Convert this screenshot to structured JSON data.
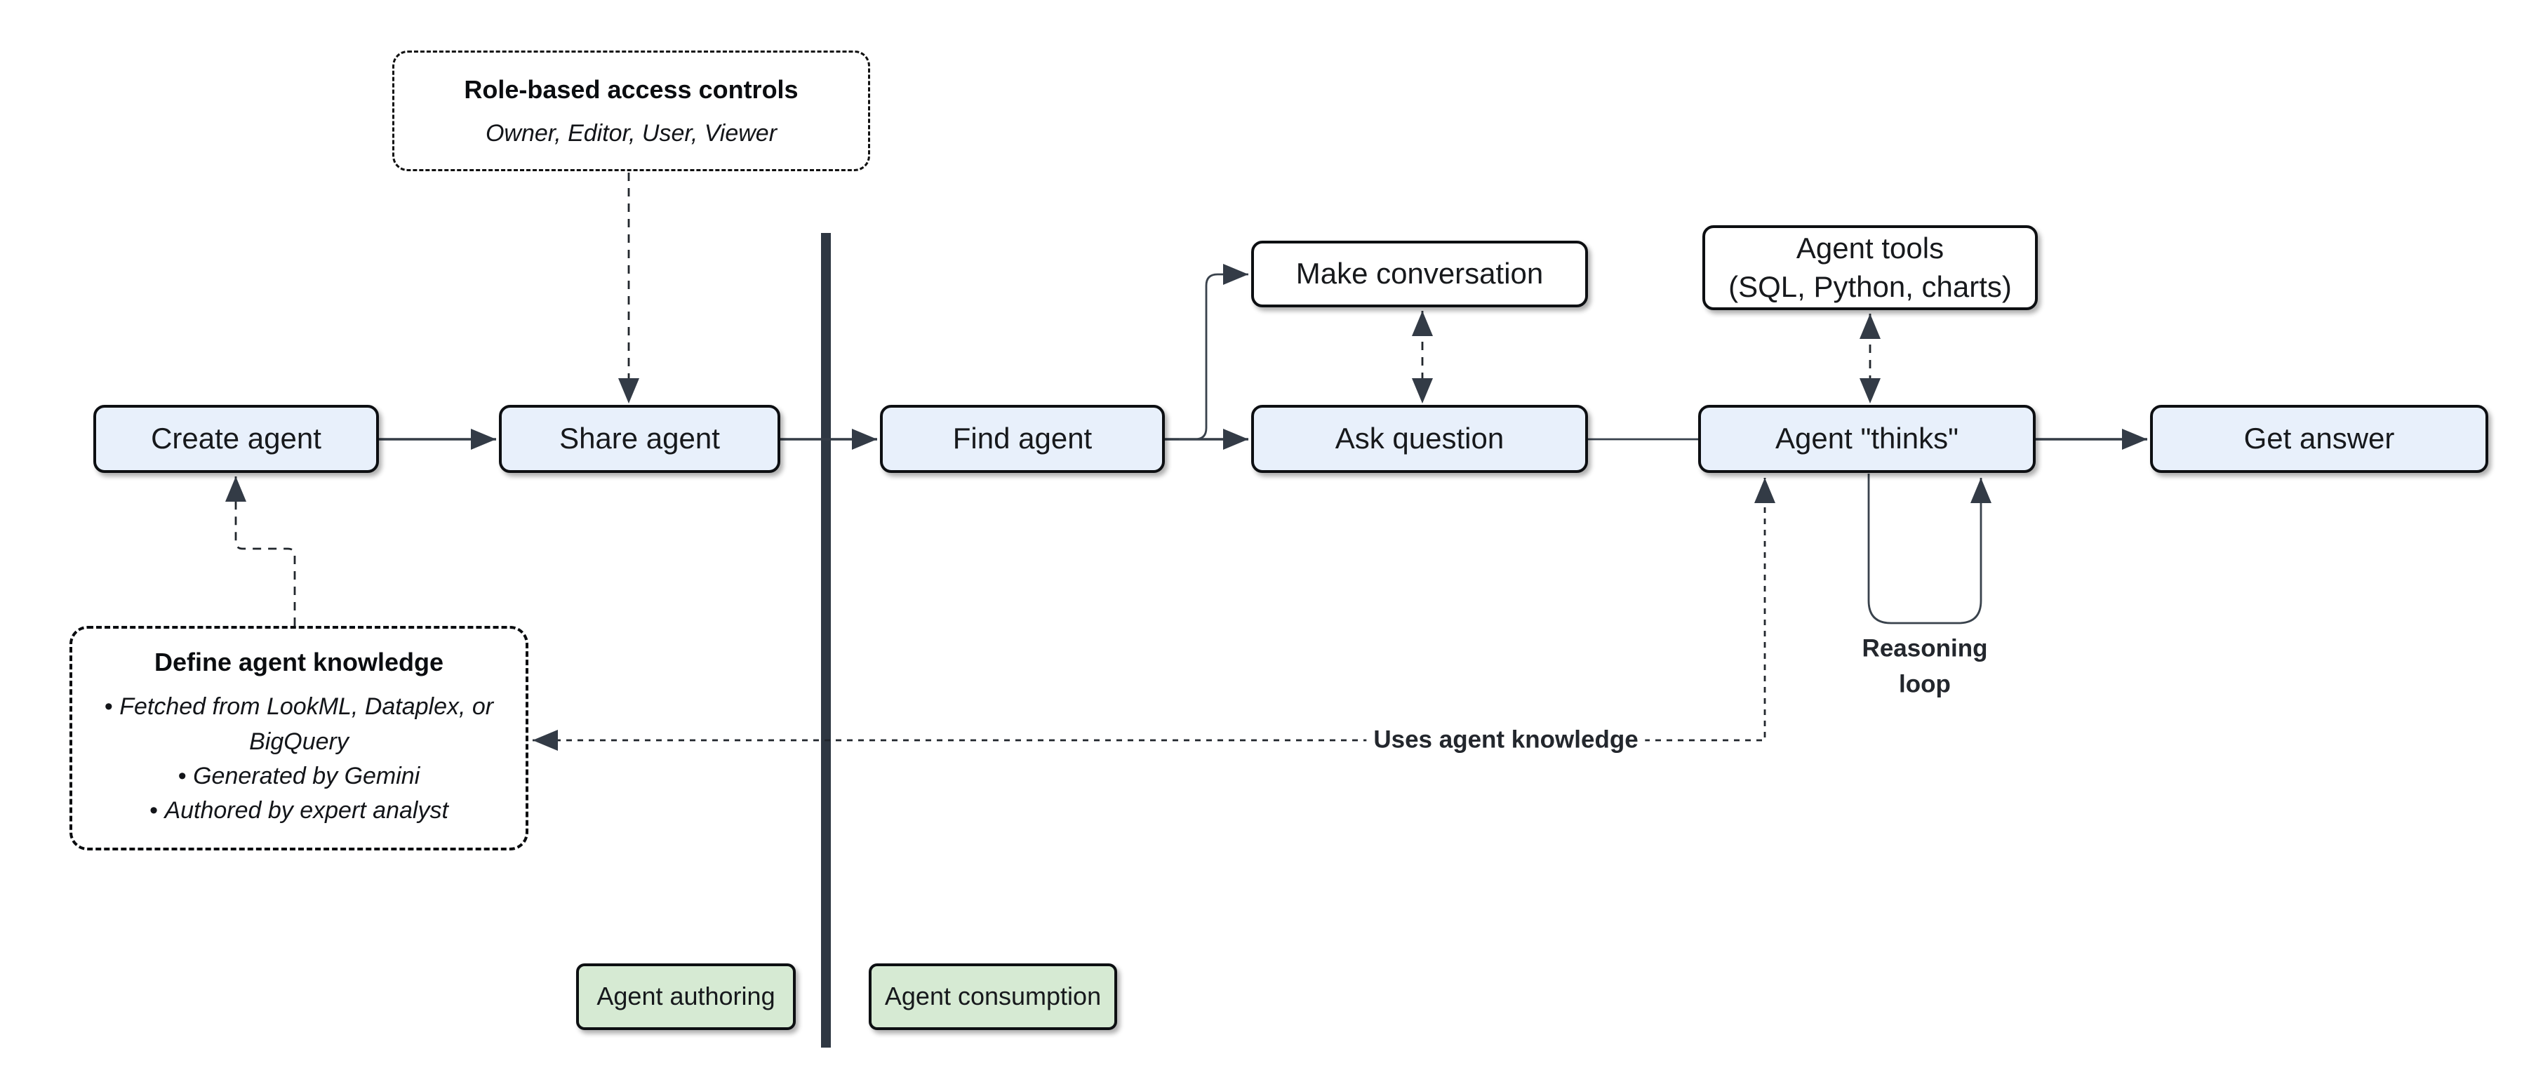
{
  "diagram": {
    "nodes": {
      "create_agent": {
        "label": "Create agent"
      },
      "share_agent": {
        "label": "Share agent"
      },
      "find_agent": {
        "label": "Find agent"
      },
      "ask_question": {
        "label": "Ask question"
      },
      "agent_thinks": {
        "label": "Agent \"thinks\""
      },
      "get_answer": {
        "label": "Get answer"
      },
      "make_conversation": {
        "label": "Make conversation"
      },
      "agent_tools": {
        "line1": "Agent tools",
        "line2": "(SQL, Python, charts)"
      }
    },
    "notes": {
      "rbac": {
        "title": "Role-based access controls",
        "subtitle": "Owner, Editor, User, Viewer"
      },
      "knowledge": {
        "title": "Define agent knowledge",
        "bullets": [
          "Fetched from LookML, Dataplex, or BigQuery",
          "Generated by Gemini",
          "Authored by expert analyst"
        ]
      }
    },
    "labels": {
      "reasoning_loop": "Reasoning\nloop",
      "uses_agent_knowledge": "Uses agent knowledge",
      "agent_authoring": "Agent authoring",
      "agent_consumption": "Agent consumption"
    },
    "colors": {
      "node_fill_blue": "#e8f0fb",
      "node_fill_white": "#ffffff",
      "badge_fill_green": "#d6ead3",
      "node_border": "#0d0f12",
      "connector": "#343c46",
      "divider": "#2e3742",
      "text": "#17191c"
    }
  }
}
